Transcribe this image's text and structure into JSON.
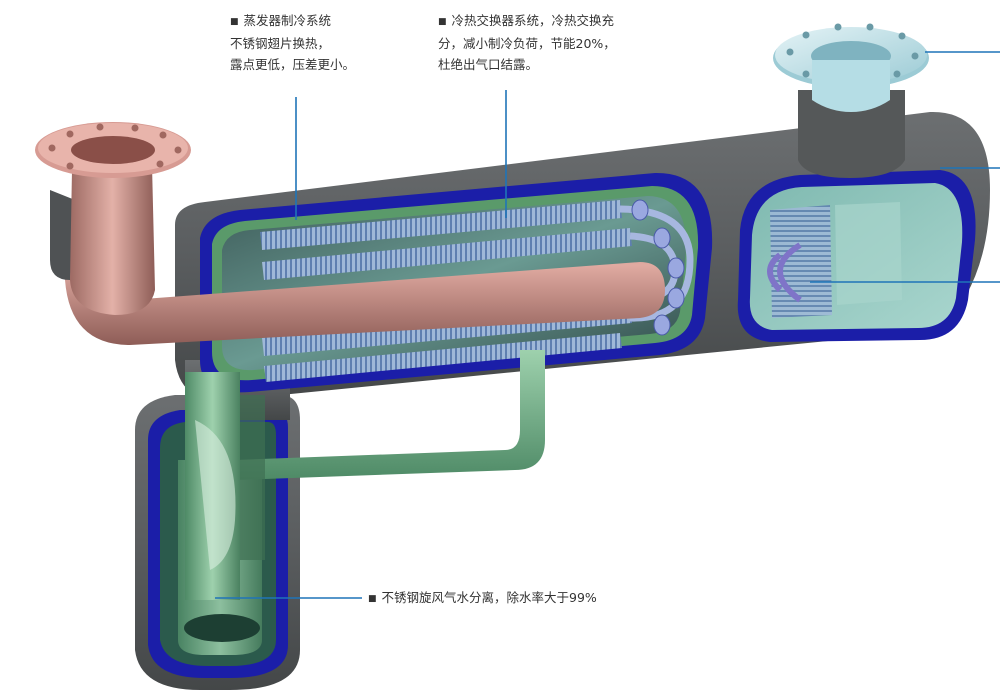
{
  "callouts": {
    "evaporator": {
      "lines": [
        "蒸发器制冷系统",
        "不锈钢翅片换热，",
        "露点更低，压差更小。"
      ]
    },
    "heat_exchanger": {
      "lines": [
        "冷热交换器系统，冷热交换充",
        "分，减小制冷负荷，节能20%，",
        "杜绝出气口结露。"
      ]
    },
    "separator": {
      "lines": [
        "不锈钢旋风气水分离，除水率大于99%"
      ]
    }
  },
  "bullet_glyph": "■",
  "colors": {
    "leader": "#1f74b8",
    "shell": "#5b5e60",
    "shell_cut": "#1b1ea8",
    "inner_green": "#6fae86",
    "pipe_red": "#c98d85",
    "flange_red": "#d79b93",
    "flange_blue": "#bfe1e8",
    "fin_blue": "#7d9ec6"
  }
}
